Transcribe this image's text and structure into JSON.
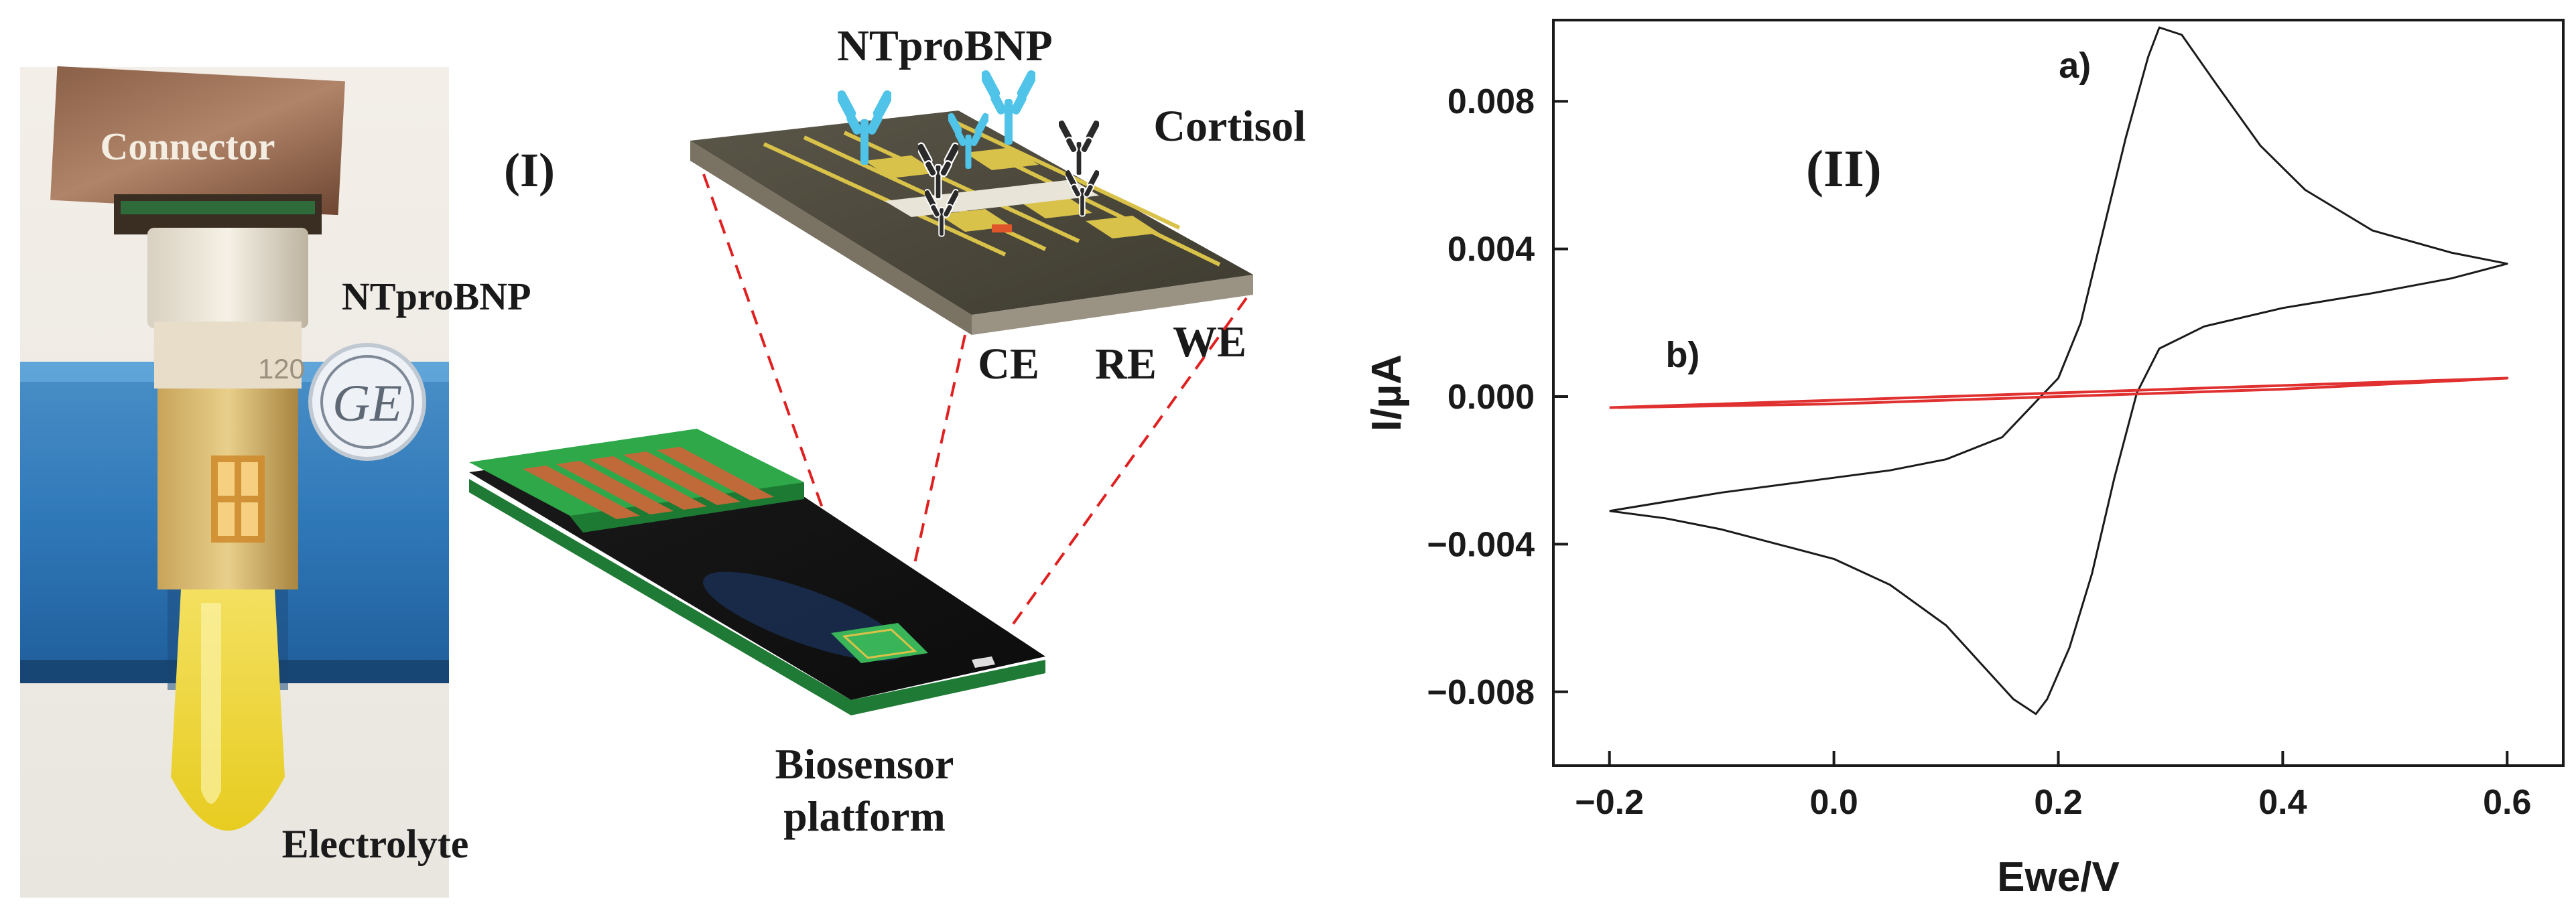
{
  "panel_I": {
    "label": "(I)",
    "photo": {
      "connector_label": "Connector",
      "electrolyte_label": "Electrolyte",
      "ntprobnp_label": "NTproBNP",
      "sticker_text": "120",
      "logo_text": "GE"
    },
    "chip_zoom": {
      "ntprobnp_label": "NTproBNP",
      "cortisol_label": "Cortisol",
      "ce_label": "CE",
      "re_label": "RE",
      "we_label": "WE"
    },
    "biosensor_label_line1": "Biosensor",
    "biosensor_label_line2": "platform",
    "colors": {
      "antibody_ntprobnp": "#4fc3e8",
      "antibody_cortisol": "#2a2a2a",
      "gold": "#d9c24a",
      "pcb_green": "#2fa84a",
      "guide_dash": "#e02020"
    }
  },
  "panel_II": {
    "label": "(II)",
    "chart_data": {
      "type": "line",
      "xlabel": "Ewe/V",
      "ylabel": "I/µA",
      "xlim": [
        -0.25,
        0.65
      ],
      "ylim": [
        -0.01,
        0.0102
      ],
      "xticks": [
        -0.2,
        0.0,
        0.2,
        0.4,
        0.6
      ],
      "xtick_labels": [
        "-0.2",
        "0.0",
        "0.2",
        "0.4",
        "0.6"
      ],
      "yticks": [
        -0.008,
        -0.004,
        0.0,
        0.004,
        0.008
      ],
      "ytick_labels": [
        "-0.008",
        "-0.004",
        "0.000",
        "0.004",
        "0.008"
      ],
      "grid": false,
      "series": [
        {
          "name": "a)",
          "color": "#1a1a1a",
          "x": [
            -0.2,
            -0.1,
            0.0,
            0.05,
            0.1,
            0.15,
            0.2,
            0.22,
            0.24,
            0.26,
            0.28,
            0.29,
            0.31,
            0.34,
            0.38,
            0.42,
            0.48,
            0.55,
            0.6,
            0.55,
            0.48,
            0.4,
            0.33,
            0.29,
            0.27,
            0.25,
            0.23,
            0.21,
            0.19,
            0.18,
            0.16,
            0.13,
            0.1,
            0.05,
            0.0,
            -0.05,
            -0.1,
            -0.15,
            -0.2
          ],
          "y": [
            -0.0031,
            -0.0026,
            -0.0022,
            -0.002,
            -0.0017,
            -0.0011,
            0.0005,
            0.002,
            0.0045,
            0.007,
            0.0092,
            0.01,
            0.0098,
            0.0085,
            0.0068,
            0.0056,
            0.0045,
            0.0039,
            0.0036,
            0.0032,
            0.0028,
            0.0024,
            0.0019,
            0.0013,
            0.0001,
            -0.0022,
            -0.0048,
            -0.0068,
            -0.0082,
            -0.0086,
            -0.0082,
            -0.0072,
            -0.0062,
            -0.0051,
            -0.0044,
            -0.004,
            -0.0036,
            -0.0033,
            -0.0031
          ]
        },
        {
          "name": "b)",
          "color": "#e03030",
          "x": [
            -0.2,
            0.0,
            0.2,
            0.4,
            0.6,
            0.4,
            0.2,
            0.0,
            -0.2
          ],
          "y": [
            -0.0003,
            -0.0001,
            0.0001,
            0.0003,
            0.0005,
            0.0002,
            0.0,
            -0.0002,
            -0.0003
          ]
        }
      ]
    }
  }
}
